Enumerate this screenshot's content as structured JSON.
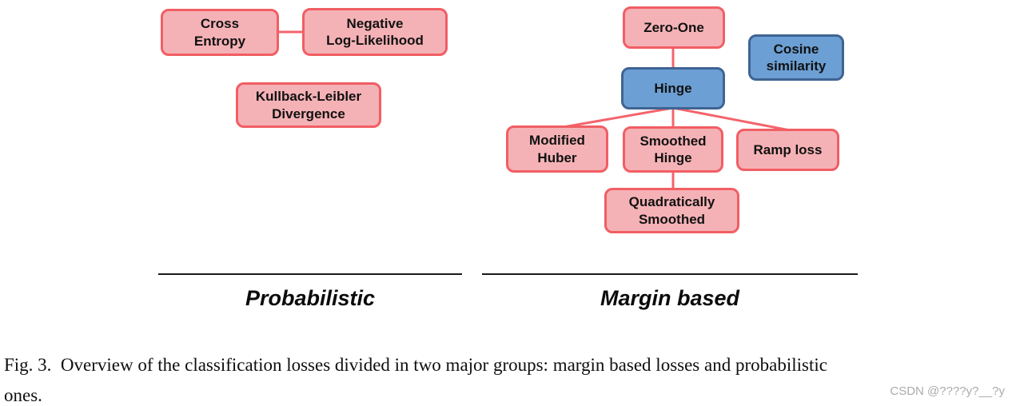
{
  "colors": {
    "pink_fill": "#F5B2B6",
    "pink_border": "#F15E64",
    "blue_fill": "#6C9FD4",
    "blue_border": "#3F6493",
    "connector": "#F4646C",
    "rule": "#1A1A1A",
    "caption_text": "#0F0F0F",
    "watermark_text": "#ABABAB"
  },
  "diagram": {
    "nodes": [
      {
        "id": "cross-entropy",
        "label": "Cross\nEntropy",
        "style": "pink",
        "group": "Probabilistic"
      },
      {
        "id": "negative-log-likelihood",
        "label": "Negative\nLog-Likelihood",
        "style": "pink",
        "group": "Probabilistic"
      },
      {
        "id": "kullback-leibler-divergence",
        "label": "Kullback-Leibler\nDivergence",
        "style": "pink",
        "group": "Probabilistic"
      },
      {
        "id": "zero-one",
        "label": "Zero-One",
        "style": "pink",
        "group": "Margin based"
      },
      {
        "id": "hinge",
        "label": "Hinge",
        "style": "blue",
        "group": "Margin based"
      },
      {
        "id": "cosine-similarity",
        "label": "Cosine\nsimilarity",
        "style": "blue",
        "group": "Margin based"
      },
      {
        "id": "modified-huber",
        "label": "Modified\nHuber",
        "style": "pink",
        "group": "Margin based"
      },
      {
        "id": "smoothed-hinge",
        "label": "Smoothed\nHinge",
        "style": "pink",
        "group": "Margin based"
      },
      {
        "id": "ramp-loss",
        "label": "Ramp loss",
        "style": "pink",
        "group": "Margin based"
      },
      {
        "id": "quadratically-smoothed",
        "label": "Quadratically\nSmoothed",
        "style": "pink",
        "group": "Margin based"
      }
    ],
    "edges": [
      {
        "from": "cross-entropy",
        "to": "negative-log-likelihood"
      },
      {
        "from": "zero-one",
        "to": "hinge"
      },
      {
        "from": "hinge",
        "to": "modified-huber"
      },
      {
        "from": "hinge",
        "to": "smoothed-hinge"
      },
      {
        "from": "hinge",
        "to": "ramp-loss"
      },
      {
        "from": "smoothed-hinge",
        "to": "quadratically-smoothed"
      }
    ],
    "groups": [
      {
        "label": "Probabilistic"
      },
      {
        "label": "Margin based"
      }
    ]
  },
  "caption": "Fig. 3.  Overview of the classification losses divided in two major groups: margin based losses and probabilistic\nones.",
  "watermark": "CSDN @????y?__?y"
}
